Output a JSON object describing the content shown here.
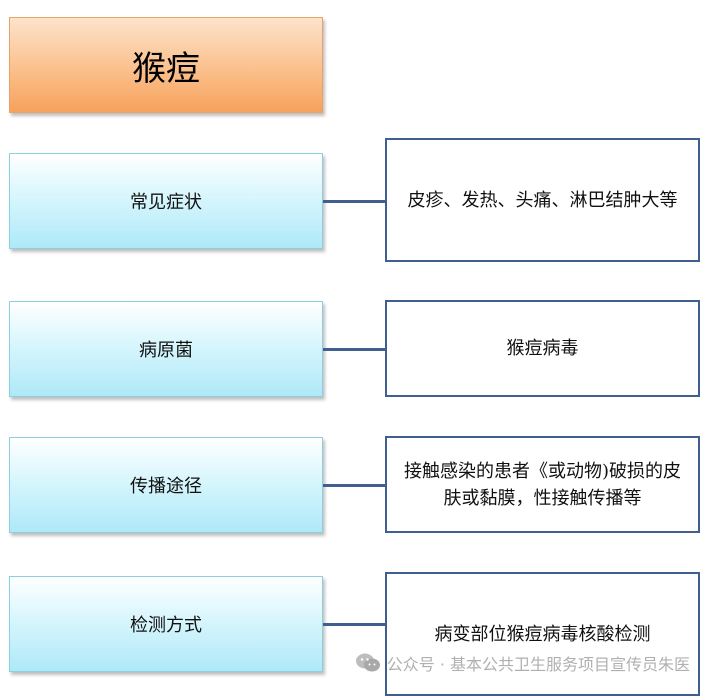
{
  "title": "猴痘",
  "rows": [
    {
      "label": "常见症状",
      "content": "皮疹、发热、头痛、淋巴结肿大等"
    },
    {
      "label": "病原菌",
      "content": "猴痘病毒"
    },
    {
      "label": "传播途径",
      "content": "接触感染的患者《或动物)破损的皮肤或黏膜，性接触传播等"
    },
    {
      "label": "检测方式",
      "content": "病变部位猴痘病毒核酸检测"
    }
  ],
  "watermark": {
    "text": "公众号 · 基本公共卫生服务项目宣传员朱医",
    "icon": "wechat-icon"
  }
}
